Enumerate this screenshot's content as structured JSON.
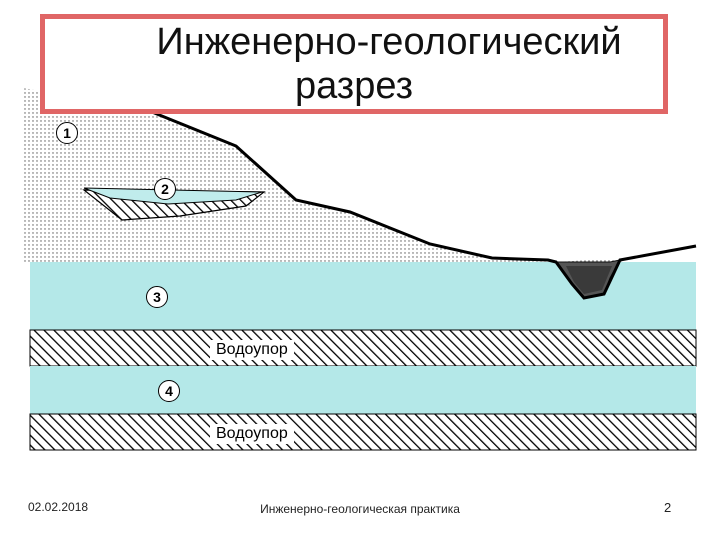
{
  "slide": {
    "title_line_1": "Инженерно-геологический",
    "title_line_2": "разрез",
    "footer_date": "02.02.2018",
    "footer_title": "Инженерно-геологическая практика",
    "page_number": "2"
  },
  "diagram": {
    "layer_markers": [
      "1",
      "2",
      "3",
      "4"
    ],
    "aquitard_label_upper": "Водоупор",
    "aquitard_label_lower": "Водоупор"
  },
  "colors": {
    "title_border": "#e06666",
    "aquifer_fill": "#b4e8e8",
    "perched_water_fill": "#c0ecec",
    "aquitard_hatch": "#000000",
    "soil_dots": "#555555"
  }
}
